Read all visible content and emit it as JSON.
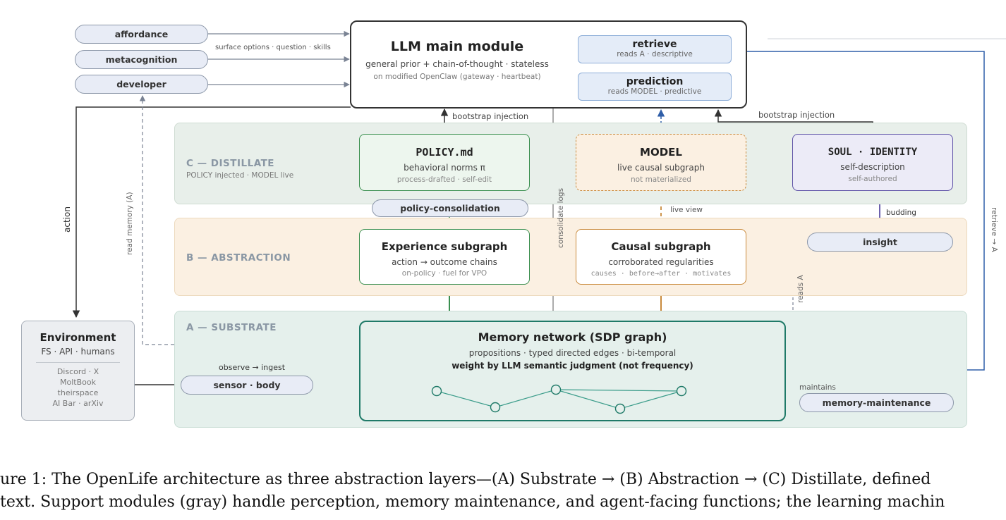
{
  "pills": {
    "affordance": "affordance",
    "metacognition": "metacognition",
    "developer": "developer",
    "policy_consolidation": "policy-consolidation",
    "insight": "insight",
    "sensor": "sensor · body",
    "memory_maintenance": "memory-maintenance"
  },
  "llm": {
    "title": "LLM main module",
    "line1": "general prior + chain-of-thought · stateless",
    "line2": "on modified OpenClaw (gateway · heartbeat)",
    "retrieve_title": "retrieve",
    "retrieve_sub": "reads A · descriptive",
    "prediction_title": "prediction",
    "prediction_sub": "reads MODEL · predictive"
  },
  "bands": {
    "c_title": "C — DISTILLATE",
    "c_sub": "POLICY injected · MODEL live",
    "b_title": "B — ABSTRACTION",
    "a_title": "A — SUBSTRATE"
  },
  "policy": {
    "title": "POLICY.md",
    "line1": "behavioral norms π",
    "line2": "process-drafted · self-edit"
  },
  "model": {
    "title": "MODEL",
    "line1": "live causal subgraph",
    "line2": "not materialized"
  },
  "soul": {
    "title": "SOUL · IDENTITY",
    "line1": "self-description",
    "line2": "self-authored"
  },
  "experience": {
    "title": "Experience subgraph",
    "line1": "action → outcome chains",
    "line2": "on-policy · fuel for VPO"
  },
  "causal": {
    "title": "Causal subgraph",
    "line1": "corroborated regularities",
    "line2": "causes · before→after · motivates"
  },
  "memory": {
    "title": "Memory network (SDP graph)",
    "line1": "propositions · typed directed edges · bi-temporal",
    "line2": "weight by LLM semantic judgment (not frequency)"
  },
  "environment": {
    "title": "Environment",
    "line1": "FS · API · humans",
    "items": [
      "Discord · X",
      "MoltBook",
      "theirspace",
      "AI Bar · arXiv"
    ]
  },
  "labels": {
    "surface_options": "surface options · question · skills",
    "bootstrap_left": "bootstrap injection",
    "bootstrap_right": "bootstrap injection",
    "live_view": "live view",
    "budding": "budding",
    "observe_ingest": "observe → ingest",
    "maintains": "maintains",
    "action": "action",
    "read_memory": "read memory (A)",
    "consolidate_logs": "consolidate logs",
    "reads_a": "reads A",
    "retrieve_a": "retrieve → A"
  },
  "caption": {
    "line1": "ure 1: The OpenLife architecture as three abstraction layers—(A) Substrate → (B) Abstraction → (C) Distillate, defined",
    "line2": "text. Support modules (gray) handle perception, memory maintenance, and agent-facing functions; the learning machin"
  },
  "colors": {
    "green": "#3a8f4f",
    "orange": "#c98a3c",
    "purple": "#5d51a6",
    "teal": "#1f7a68",
    "blue": "#2f5ea8",
    "dark": "#333333",
    "gray": "#888888"
  }
}
